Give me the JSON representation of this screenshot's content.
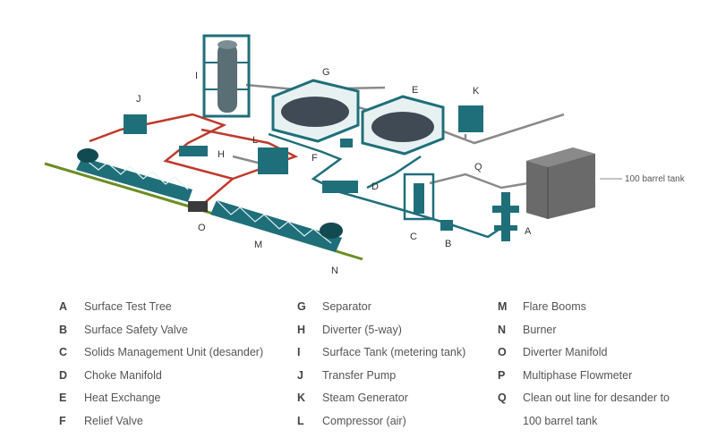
{
  "diagram": {
    "tank_caption": "100 barrel tank",
    "markers": [
      "A",
      "B",
      "C",
      "D",
      "E",
      "F",
      "G",
      "H",
      "I",
      "J",
      "K",
      "L",
      "M",
      "N",
      "O",
      "Q"
    ]
  },
  "legend": [
    {
      "key": "A",
      "text": "Surface Test Tree"
    },
    {
      "key": "B",
      "text": "Surface Safety Valve"
    },
    {
      "key": "C",
      "text": "Solids Management Unit (desander)"
    },
    {
      "key": "D",
      "text": "Choke Manifold"
    },
    {
      "key": "E",
      "text": "Heat Exchange"
    },
    {
      "key": "F",
      "text": "Relief Valve"
    },
    {
      "key": "G",
      "text": "Separator"
    },
    {
      "key": "H",
      "text": "Diverter (5-way)"
    },
    {
      "key": "I",
      "text": "Surface Tank (metering tank)"
    },
    {
      "key": "J",
      "text": "Transfer Pump"
    },
    {
      "key": "K",
      "text": "Steam Generator"
    },
    {
      "key": "L",
      "text": "Compressor (air)"
    },
    {
      "key": "M",
      "text": "Flare Booms"
    },
    {
      "key": "N",
      "text": "Burner"
    },
    {
      "key": "O",
      "text": "Diverter Manifold"
    },
    {
      "key": "P",
      "text": "Multiphase Flowmeter"
    },
    {
      "key": "Q",
      "text": "Clean out line for desander to",
      "text2": "100 barrel tank"
    }
  ],
  "colors": {
    "equipment": "#1f6f7a",
    "equipment_dark": "#124a52",
    "red_line": "#c0392b",
    "green_line": "#6b8e23",
    "grey_line": "#8a8a8a",
    "tank": "#6a6a6a"
  }
}
